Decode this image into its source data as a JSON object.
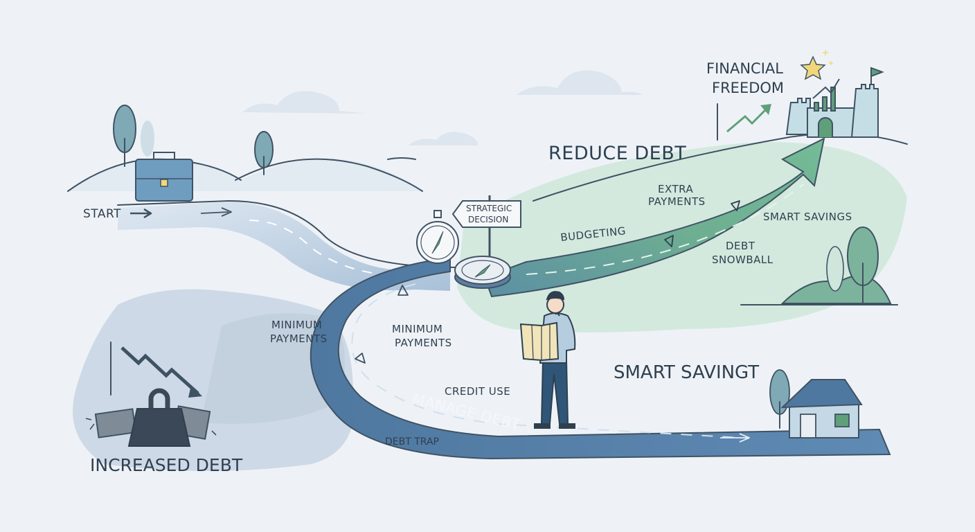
{
  "labels": {
    "start": "START",
    "financial_freedom_line1": "FINANCIAL",
    "financial_freedom_line2": "FREEDOM",
    "reduce_debt": "REDUCE DEBT",
    "extra_payments_line1": "EXTRA",
    "extra_payments_line2": "PAYMENTS",
    "smart_savings": "SMART SAVINGS",
    "budgeting": "BUDGETING",
    "debt_snowball_line1": "DEBT",
    "debt_snowball_line2": "SNOWBALL",
    "strategic_decision_line1": "STRATEGIC",
    "strategic_decision_line2": "DECISION",
    "minimum_payments_left_line1": "MINIMUM",
    "minimum_payments_left_line2": "PAYMENTS",
    "minimum_payments_right_line1": "MINIMUM",
    "minimum_payments_right_line2": "PAYMENTS",
    "smart_savingt": "SMART SAVINGT",
    "credit_use": "CREDIT USE",
    "manage_debt": "MANAGE DEBT",
    "debt_trap": "DEBT TRAP",
    "increased_debt": "INCREASED DEBT"
  },
  "colors": {
    "background": "#eef2f6",
    "road_blue": "#5a82a8",
    "road_green": "#6fb393",
    "hill_green": "#cfe6dc",
    "fog_blue": "#c5d3e2",
    "accent_star": "#f2d77a",
    "ink": "#2f3f4e"
  }
}
